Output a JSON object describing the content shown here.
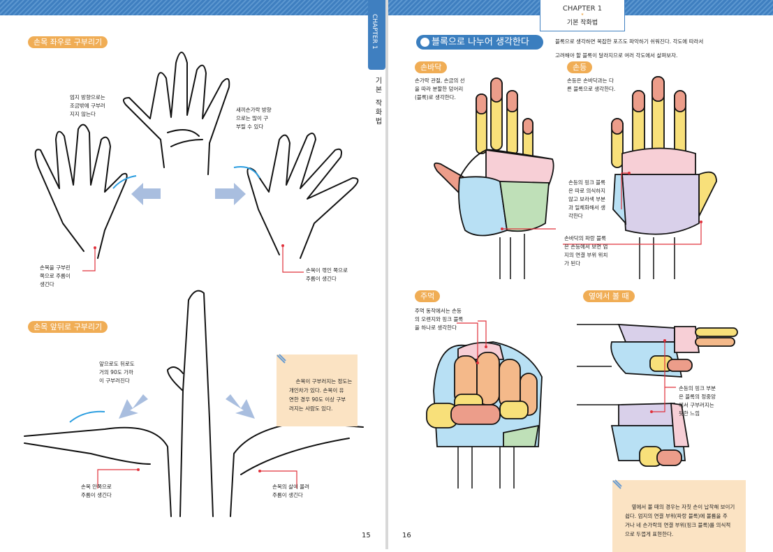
{
  "left_page": {
    "chapter_tab": "CHAPTER 1",
    "chapter_subtitle": "기본 작화법",
    "section1": {
      "title": "손목 좌우로 구부리기",
      "notes": [
        "엄지 방향으로는\n조금밖에 구부러\n지지 않는다",
        "새끼손가락 방향\n으로는 많이 구\n부릴 수 있다",
        "손목을 구부린\n쪽으로 주름이\n생긴다",
        "손목이 꺾인 쪽으로\n주름이 생긴다"
      ]
    },
    "section2": {
      "title": "손목 앞뒤로 구부리기",
      "notes": [
        "앞으로도 뒤로도\n거의 90도 가까\n이 구부러진다",
        "손목 안쪽으로\n주름이 생긴다",
        "손목의 살이 몰려\n주름이 생긴다"
      ],
      "tip": "손목이 구부러지는 정도는\n개인차가 있다. 손목이 유\n연한 경우 90도 이상 구부\n러지는 사람도 있다."
    },
    "page_number": "15"
  },
  "right_page": {
    "chapter_box": {
      "chapter": "CHAPTER 1",
      "star": "★",
      "subtitle": "기본 작화법"
    },
    "title": "블록으로 나누어 생각한다",
    "intro": "블록으로 생각하면 복잡한 포즈도 파악하기 쉬워진다. 각도에 따라서\n고려해야 할 블록이 달라지므로 여러 각도에서 살펴보자.",
    "palm": {
      "label": "손바닥",
      "note": "손가락 관절, 손금의 선\n을 따라 분할한 덩어리\n(블록)로 생각한다."
    },
    "back": {
      "label": "손등",
      "note": "손등은 손바닥과는 다\n른 블록으로 생각한다."
    },
    "middle_notes": [
      "손등의 핑크 블록\n은 따로 의식하지\n않고 보라색 부분\n과 일체화해서 생\n각한다",
      "손바닥의 파랑 블록\n은 손등에서 보면 엄\n지의 연결 부위 위치\n가 된다"
    ],
    "fist": {
      "label": "주먹",
      "note": "주먹 동작에서는 손등\n의 오렌지와 핑크 블록\n을 하나로 생각한다"
    },
    "side": {
      "label": "옆에서 볼 때",
      "note": "손등의 핑크 부분\n은 블록의 정중앙\n에서 구부러지는\n듯한 느낌"
    },
    "tip": "옆에서 볼 때의 경우는 자칫 손이 납작해 보이기\n쉽다. 엄지의 연결 부위(파랑 블록)에 볼륨을 주\n거나 네 손가락의 연결 부위(핑크 블록)를 의식적\n으로 두껍게 표현한다.",
    "page_number": "16"
  },
  "colors": {
    "band": "#3f7fc0",
    "pill": "#f0ad55",
    "title": "#3a7ebf",
    "tip_bg": "#fbe3c3",
    "pink": "#f7cfd6",
    "blue": "#b8e0f4",
    "green": "#bfe0b8",
    "purple": "#d9d0ea",
    "orange": "#f4b98a",
    "yellow": "#f8e07a",
    "salmon": "#ec9d8a"
  }
}
